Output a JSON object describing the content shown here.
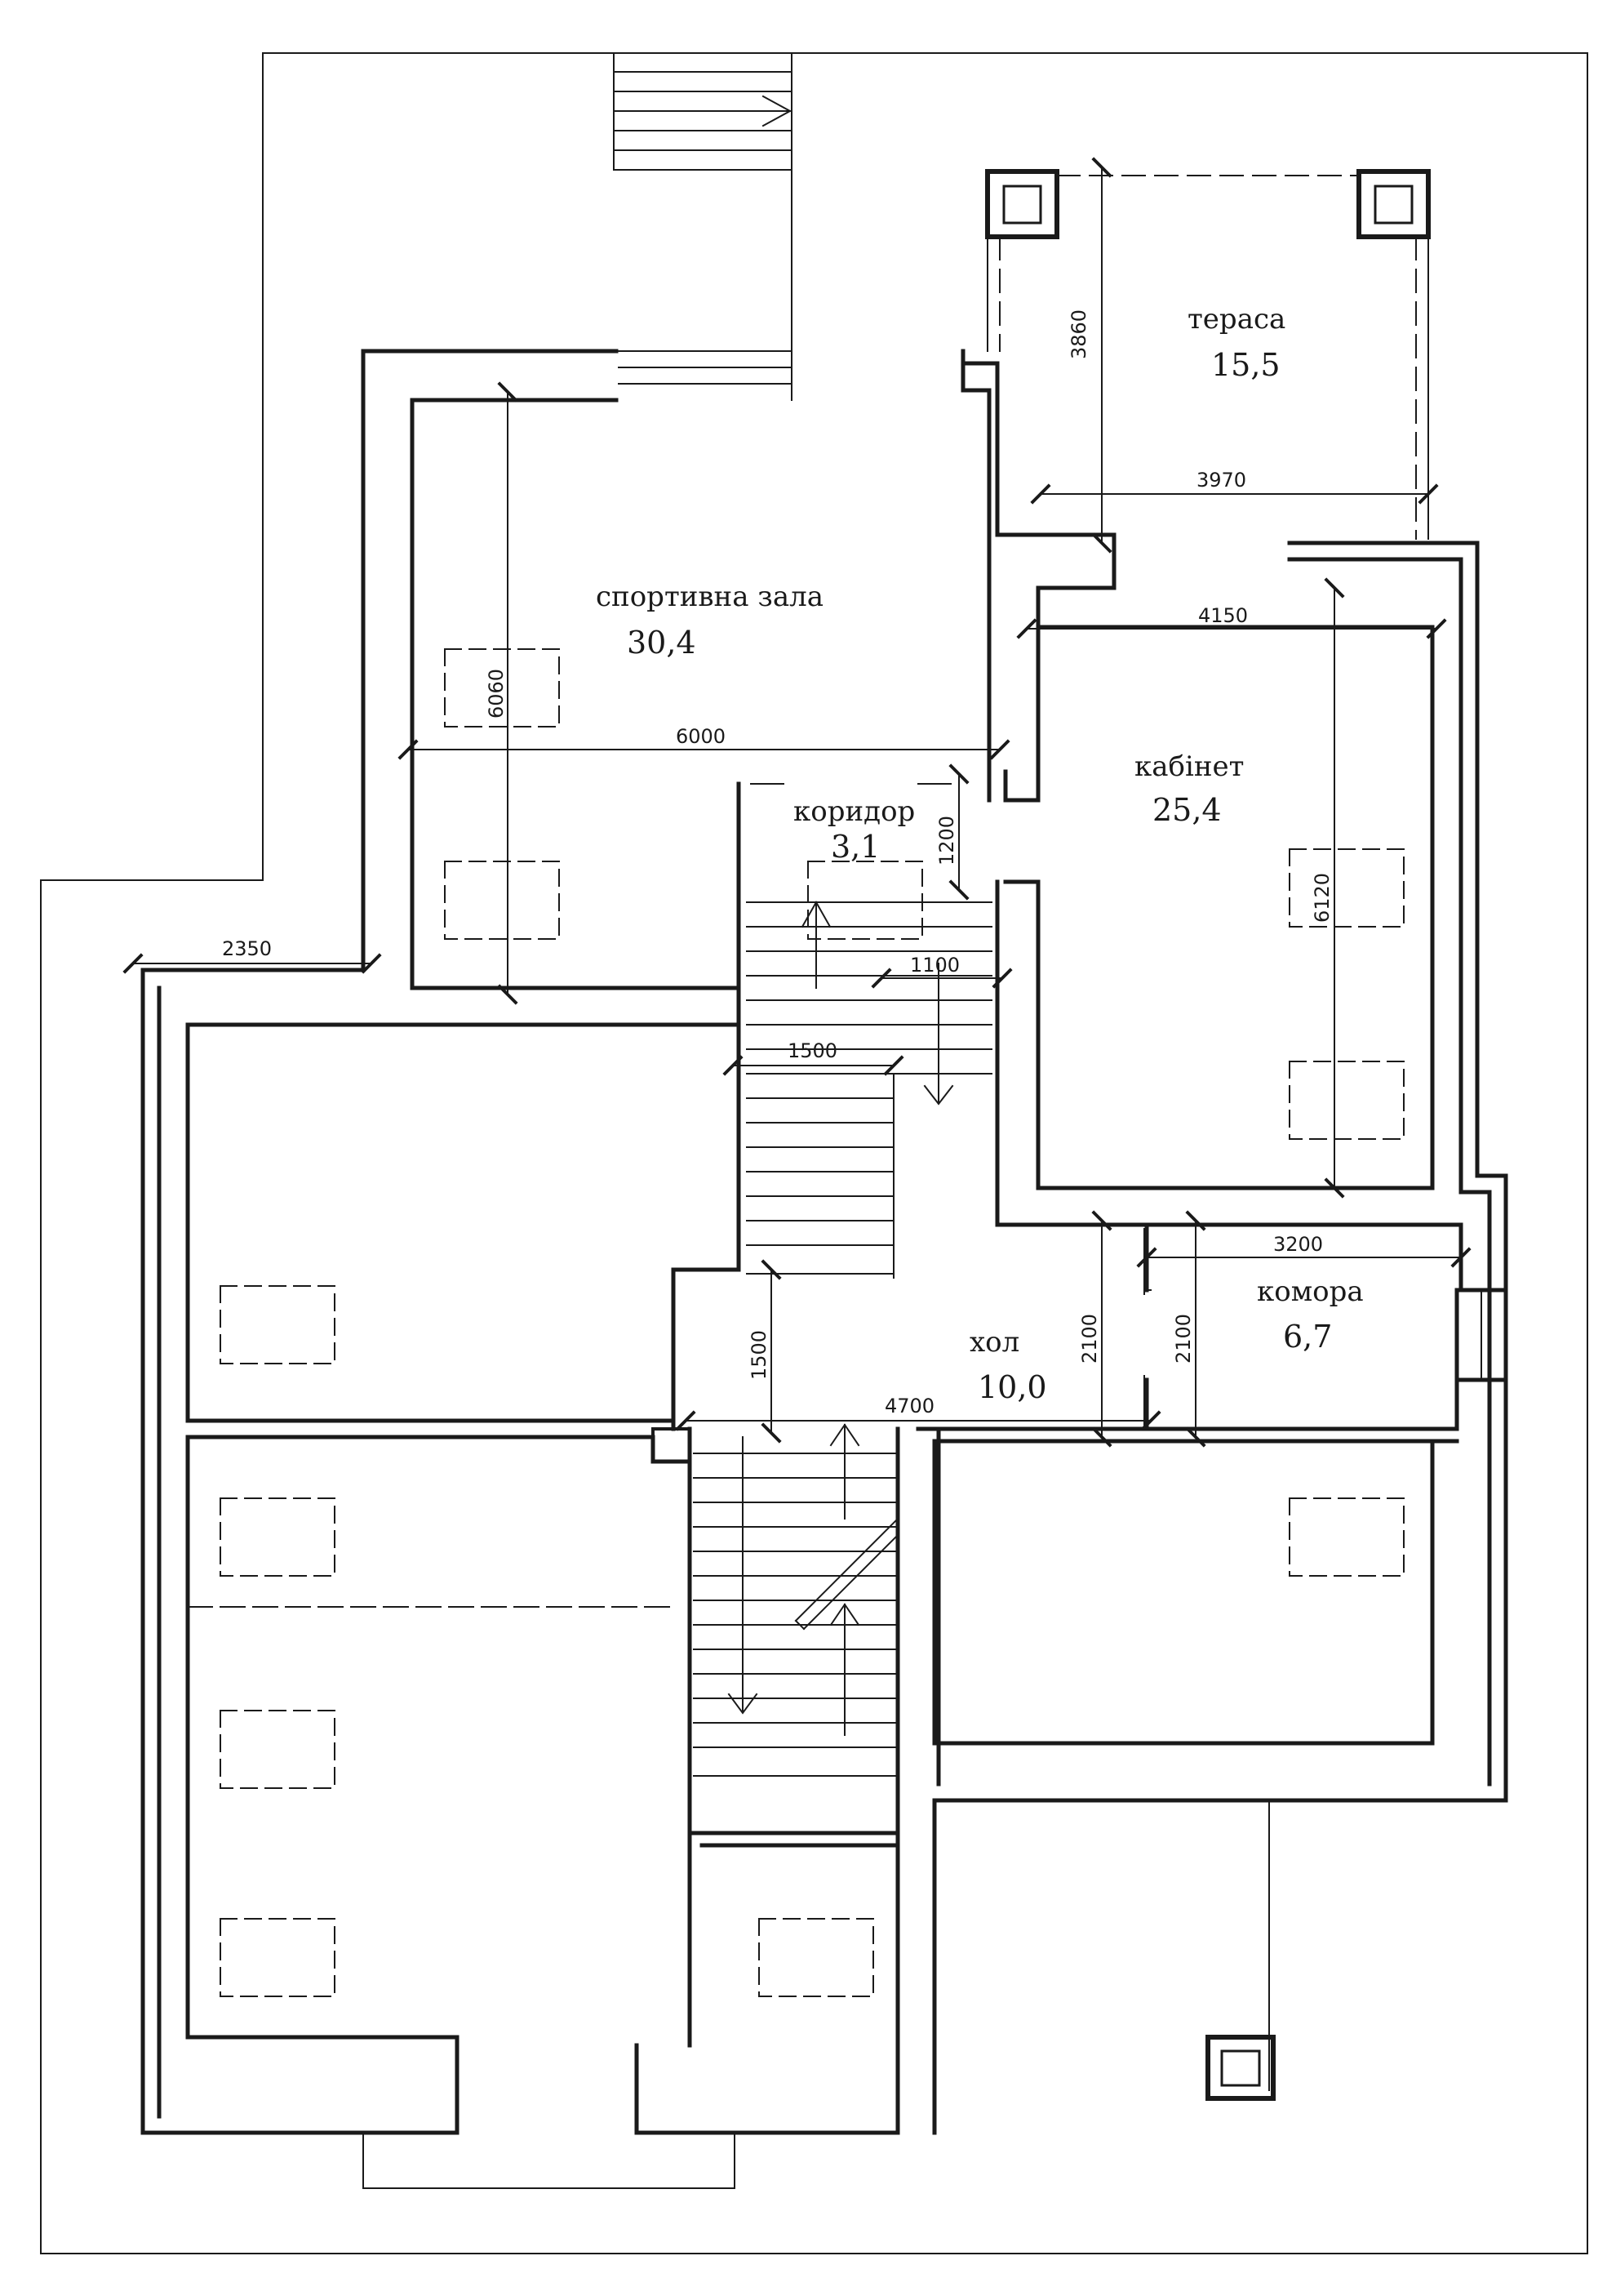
{
  "colors": {
    "ink": "#1a1a1a",
    "paper": "#ffffff"
  },
  "rooms": {
    "sport_hall": {
      "name": "спортивна зала",
      "area": "30,4"
    },
    "terrace": {
      "name": "тераса",
      "area": "15,5"
    },
    "study": {
      "name": "кабінет",
      "area": "25,4"
    },
    "corridor": {
      "name": "коридор",
      "area": "3,1"
    },
    "hall": {
      "name": "хол",
      "area": "10,0"
    },
    "storage": {
      "name": "комора",
      "area": "6,7"
    }
  },
  "dimensions": {
    "terrace_height": "3860",
    "terrace_width": "3970",
    "study_width": "4150",
    "sport_height": "6060",
    "sport_width": "6000",
    "corridor_1200": "1200",
    "study_height": "6120",
    "left_2350": "2350",
    "stair_1100": "1100",
    "stair_1500": "1500",
    "storage_width": "3200",
    "hall_1500": "1500",
    "hall_2100a": "2100",
    "hall_2100b": "2100",
    "hall_4700": "4700"
  }
}
